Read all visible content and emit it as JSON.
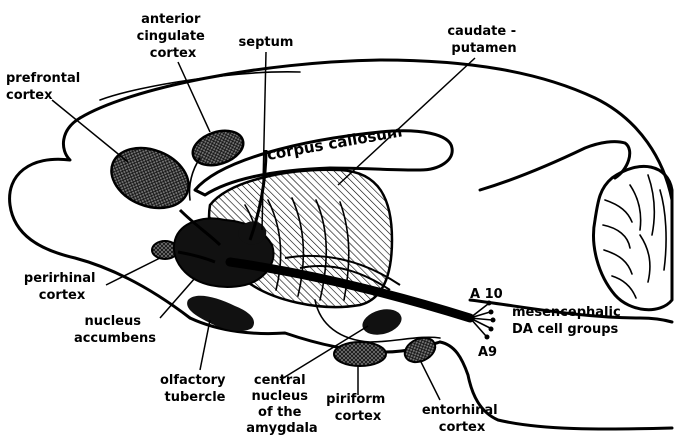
{
  "diagram": {
    "labels": {
      "anterior_cingulate_cortex": [
        "anterior",
        "cingulate",
        "cortex"
      ],
      "septum": [
        "septum"
      ],
      "caudate_putamen": [
        "caudate -",
        "putamen"
      ],
      "prefrontal_cortex": [
        "prefrontal",
        "cortex"
      ],
      "corpus_callosum": "corpus callosum",
      "perirhinal_cortex": [
        "perirhinal",
        "cortex"
      ],
      "nucleus_accumbens": [
        "nucleus",
        "accumbens"
      ],
      "olfactory_tubercle": [
        "olfactory",
        "tubercle"
      ],
      "central_nucleus_amygdala": [
        "central",
        "nucleus",
        "of the",
        "amygdala"
      ],
      "piriform_cortex": [
        "piriform",
        "cortex"
      ],
      "entorhinal_cortex": [
        "entorhinal",
        "cortex"
      ],
      "a10": "A 10",
      "a9": "A9",
      "mesencephalic": [
        "mesencephalic",
        "DA cell groups"
      ]
    }
  }
}
